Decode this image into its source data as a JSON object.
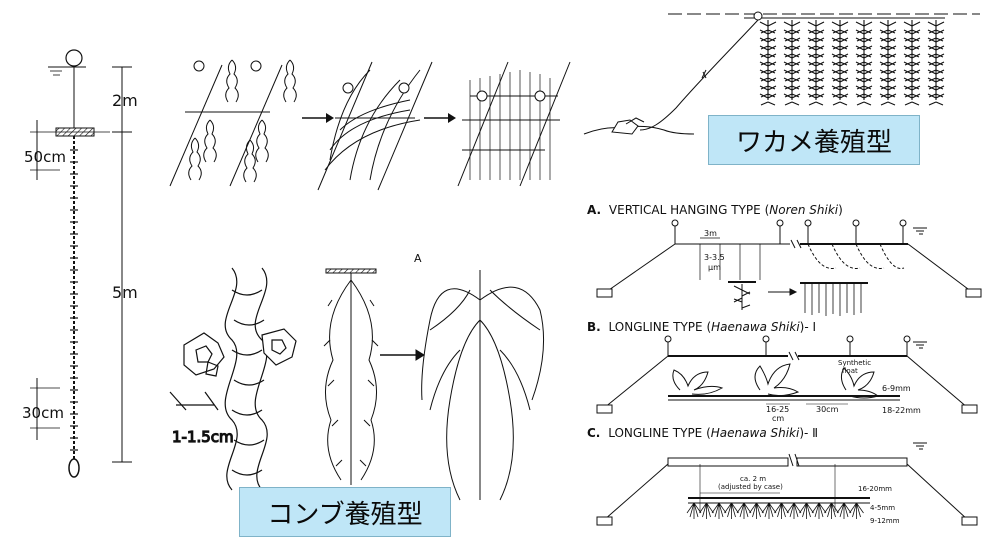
{
  "kombu": {
    "title": "コンブ養殖型",
    "depth_labels": [
      "2m",
      "50cm",
      "5m",
      "30cm"
    ],
    "spacing_label": "1-1.5cm",
    "panel_letter": "A"
  },
  "wakame": {
    "title": "ワカメ養殖型",
    "type_a": {
      "prefix": "A.",
      "name": "VERTICAL HANGING TYPE",
      "italic": "Noren Shiki",
      "dims": [
        "3m",
        "3-3.5",
        "μm"
      ]
    },
    "type_b": {
      "prefix": "B.",
      "name": "LONGLINE TYPE",
      "italic": "Haenawa Shiki",
      "suffix": "- Ⅰ",
      "float_label": [
        "Synthetic",
        "float"
      ],
      "dims": [
        "6-9mm",
        "16-25",
        "cm",
        "30cm",
        "18-22mm"
      ]
    },
    "type_c": {
      "prefix": "C.",
      "name": "LONGLINE TYPE",
      "italic": "Haenawa Shiki",
      "suffix": "- Ⅱ",
      "dims": [
        "ca. 2 m",
        "(adjusted by case)",
        "16-20mm",
        "4-5mm",
        "9-12mm"
      ]
    }
  }
}
